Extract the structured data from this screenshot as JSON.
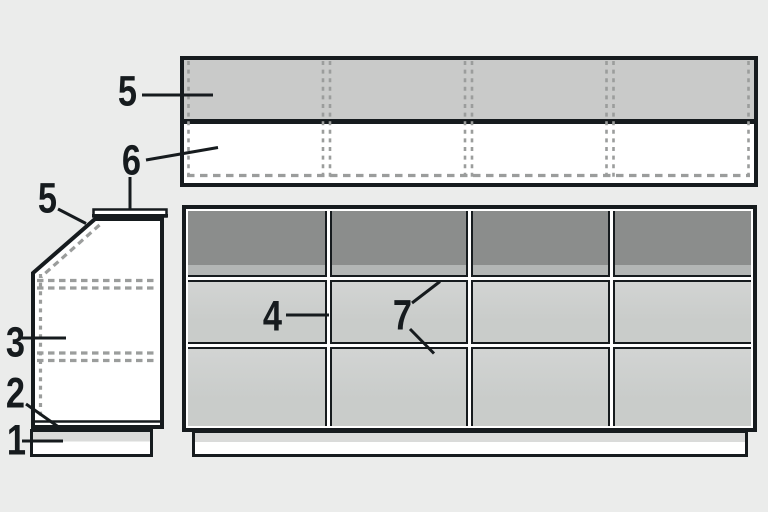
{
  "colors": {
    "background": "#ebeceb",
    "line": "#161b1e",
    "panel_gray": "#c9cac9",
    "dash_gray": "#9b9d9c",
    "cell_dark": "#8b8d8c",
    "cell_dark_shadow": "#b3b6b5",
    "cell_light_top": "#d2d4d3",
    "cell_light": "#c9ccca",
    "plinth_shadow": "#dadbda",
    "white": "#ffffff"
  },
  "callouts": [
    {
      "id": "callout-5-top-panel",
      "text": "5"
    },
    {
      "id": "callout-6-top-panel",
      "text": "6"
    },
    {
      "id": "callout-5-side-panel",
      "text": "5"
    },
    {
      "id": "callout-3-side-panel",
      "text": "3"
    },
    {
      "id": "callout-2-bottom-panel",
      "text": "2"
    },
    {
      "id": "callout-1-plinth",
      "text": "1"
    },
    {
      "id": "callout-4-divider",
      "text": "4"
    },
    {
      "id": "callout-7-shelves",
      "text": "7"
    }
  ]
}
